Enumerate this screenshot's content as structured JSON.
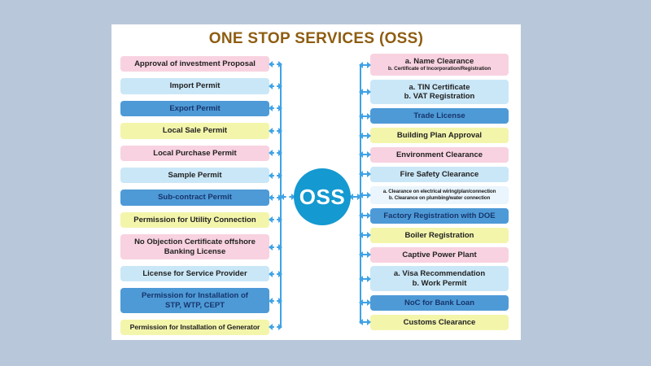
{
  "title": "ONE STOP SERVICES (OSS)",
  "hub": {
    "label": "OSS"
  },
  "colors": {
    "page_background": "#b9c7da",
    "panel_background": "#ffffff",
    "title_text": "#8e5d10",
    "box_pink": "#f8d2e0",
    "box_light_blue": "#cae7f7",
    "box_blue": "#4e9ad7",
    "box_yellow": "#f3f5ab",
    "box_pale_blue": "#eaf5fd",
    "connector_blue": "#3fa3e6",
    "hub_circle": "#1499d0"
  },
  "left_services": [
    {
      "lines": [
        "Approval of investment Proposal"
      ],
      "color": "pink"
    },
    {
      "lines": [
        "Import Permit"
      ],
      "color": "lightblue"
    },
    {
      "lines": [
        "Export Permit"
      ],
      "color": "blue"
    },
    {
      "lines": [
        "Local Sale Permit"
      ],
      "color": "yellow"
    },
    {
      "lines": [
        "Local Purchase Permit"
      ],
      "color": "pink"
    },
    {
      "lines": [
        "Sample Permit"
      ],
      "color": "lightblue"
    },
    {
      "lines": [
        "Sub-contract Permit"
      ],
      "color": "blue"
    },
    {
      "lines": [
        "Permission for Utility Connection"
      ],
      "color": "yellow"
    },
    {
      "lines": [
        "No Objection Certificate offshore",
        "Banking License"
      ],
      "color": "pink"
    },
    {
      "lines": [
        "License for Service Provider"
      ],
      "color": "lightblue"
    },
    {
      "lines": [
        "Permission for Installation of",
        "STP, WTP, CEPT"
      ],
      "color": "blue"
    },
    {
      "lines": [
        "Permission for Installation of Generator"
      ],
      "color": "yellow fit"
    }
  ],
  "right_services": [
    {
      "lines": [
        "a. Name Clearance",
        "b. Certificate of Incorporation/Registration"
      ],
      "color": "pink mixed"
    },
    {
      "lines": [
        "a. TIN Certificate",
        "b. VAT Registration"
      ],
      "color": "lightblue"
    },
    {
      "lines": [
        "Trade License"
      ],
      "color": "blue"
    },
    {
      "lines": [
        "Building Plan Approval"
      ],
      "color": "yellow"
    },
    {
      "lines": [
        "Environment Clearance"
      ],
      "color": "pink"
    },
    {
      "lines": [
        "Fire Safety Clearance"
      ],
      "color": "lightblue"
    },
    {
      "lines": [
        "a. Clearance on electrical wiring/plan/connection",
        "b. Clearance on plumbing/water connection"
      ],
      "color": "pale xs"
    },
    {
      "lines": [
        "Factory Registration with DOE"
      ],
      "color": "blue"
    },
    {
      "lines": [
        "Boiler Registration"
      ],
      "color": "yellow"
    },
    {
      "lines": [
        "Captive Power Plant"
      ],
      "color": "pink"
    },
    {
      "lines": [
        "a. Visa Recommendation",
        "b. Work Permit"
      ],
      "color": "lightblue"
    },
    {
      "lines": [
        "NoC for Bank Loan"
      ],
      "color": "blue"
    },
    {
      "lines": [
        "Customs Clearance"
      ],
      "color": "yellow"
    }
  ]
}
